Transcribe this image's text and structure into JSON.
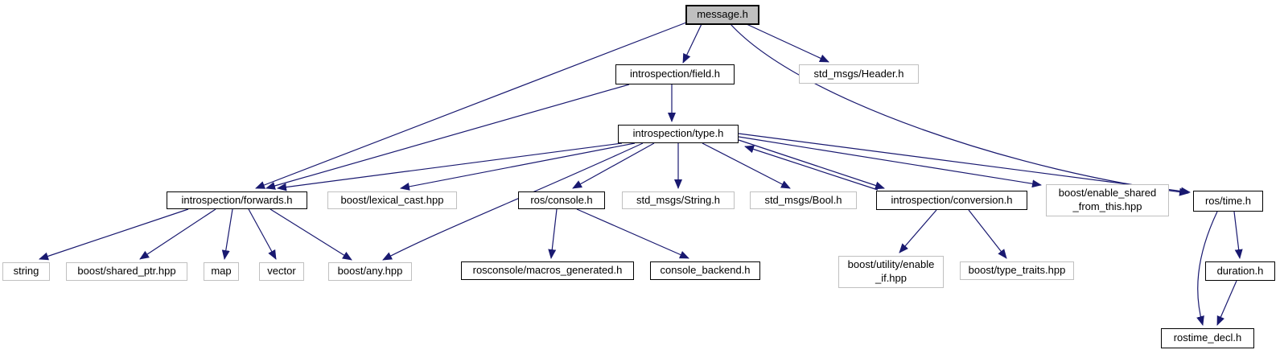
{
  "graph": {
    "root": "message.h",
    "colors": {
      "edge": "#191970",
      "internal_border": "#000000",
      "external_border": "#c0c0c0",
      "root_fill": "#bfbfbf",
      "node_fill": "#ffffff",
      "text": "#000000"
    },
    "nodes": [
      {
        "id": "message_h",
        "label": "message.h"
      },
      {
        "id": "field_h",
        "label": "introspection/field.h"
      },
      {
        "id": "header_h",
        "label": "std_msgs/Header.h"
      },
      {
        "id": "type_h",
        "label": "introspection/type.h"
      },
      {
        "id": "forwards_h",
        "label": "introspection/forwards.h"
      },
      {
        "id": "lexical_cast",
        "label": "boost/lexical_cast.hpp"
      },
      {
        "id": "console_h",
        "label": "ros/console.h"
      },
      {
        "id": "string_msg",
        "label": "std_msgs/String.h"
      },
      {
        "id": "bool_msg",
        "label": "std_msgs/Bool.h"
      },
      {
        "id": "conversion_h",
        "label": "introspection/conversion.h"
      },
      {
        "id": "enable_shared",
        "label": "boost/enable_shared\n_from_this.hpp"
      },
      {
        "id": "time_h",
        "label": "ros/time.h"
      },
      {
        "id": "string",
        "label": "string"
      },
      {
        "id": "shared_ptr",
        "label": "boost/shared_ptr.hpp"
      },
      {
        "id": "map",
        "label": "map"
      },
      {
        "id": "vector",
        "label": "vector"
      },
      {
        "id": "any_hpp",
        "label": "boost/any.hpp"
      },
      {
        "id": "macros_generated",
        "label": "rosconsole/macros_generated.h"
      },
      {
        "id": "console_backend",
        "label": "console_backend.h"
      },
      {
        "id": "enable_if",
        "label": "boost/utility/enable\n_if.hpp"
      },
      {
        "id": "type_traits",
        "label": "boost/type_traits.hpp"
      },
      {
        "id": "duration_h",
        "label": "duration.h"
      },
      {
        "id": "rostime_decl",
        "label": "rostime_decl.h"
      }
    ],
    "edges": [
      {
        "from": "message_h",
        "to": "field_h"
      },
      {
        "from": "message_h",
        "to": "header_h"
      },
      {
        "from": "message_h",
        "to": "forwards_h"
      },
      {
        "from": "message_h",
        "to": "time_h"
      },
      {
        "from": "field_h",
        "to": "type_h"
      },
      {
        "from": "field_h",
        "to": "forwards_h"
      },
      {
        "from": "type_h",
        "to": "forwards_h"
      },
      {
        "from": "type_h",
        "to": "lexical_cast"
      },
      {
        "from": "type_h",
        "to": "console_h"
      },
      {
        "from": "type_h",
        "to": "string_msg"
      },
      {
        "from": "type_h",
        "to": "bool_msg"
      },
      {
        "from": "type_h",
        "to": "conversion_h"
      },
      {
        "from": "type_h",
        "to": "enable_shared"
      },
      {
        "from": "type_h",
        "to": "time_h"
      },
      {
        "from": "type_h",
        "to": "any_hpp"
      },
      {
        "from": "conversion_h",
        "to": "type_h"
      },
      {
        "from": "conversion_h",
        "to": "enable_if"
      },
      {
        "from": "conversion_h",
        "to": "type_traits"
      },
      {
        "from": "forwards_h",
        "to": "string"
      },
      {
        "from": "forwards_h",
        "to": "shared_ptr"
      },
      {
        "from": "forwards_h",
        "to": "map"
      },
      {
        "from": "forwards_h",
        "to": "vector"
      },
      {
        "from": "forwards_h",
        "to": "any_hpp"
      },
      {
        "from": "console_h",
        "to": "macros_generated"
      },
      {
        "from": "console_h",
        "to": "console_backend"
      },
      {
        "from": "time_h",
        "to": "duration_h"
      },
      {
        "from": "time_h",
        "to": "rostime_decl"
      },
      {
        "from": "duration_h",
        "to": "rostime_decl"
      }
    ]
  }
}
